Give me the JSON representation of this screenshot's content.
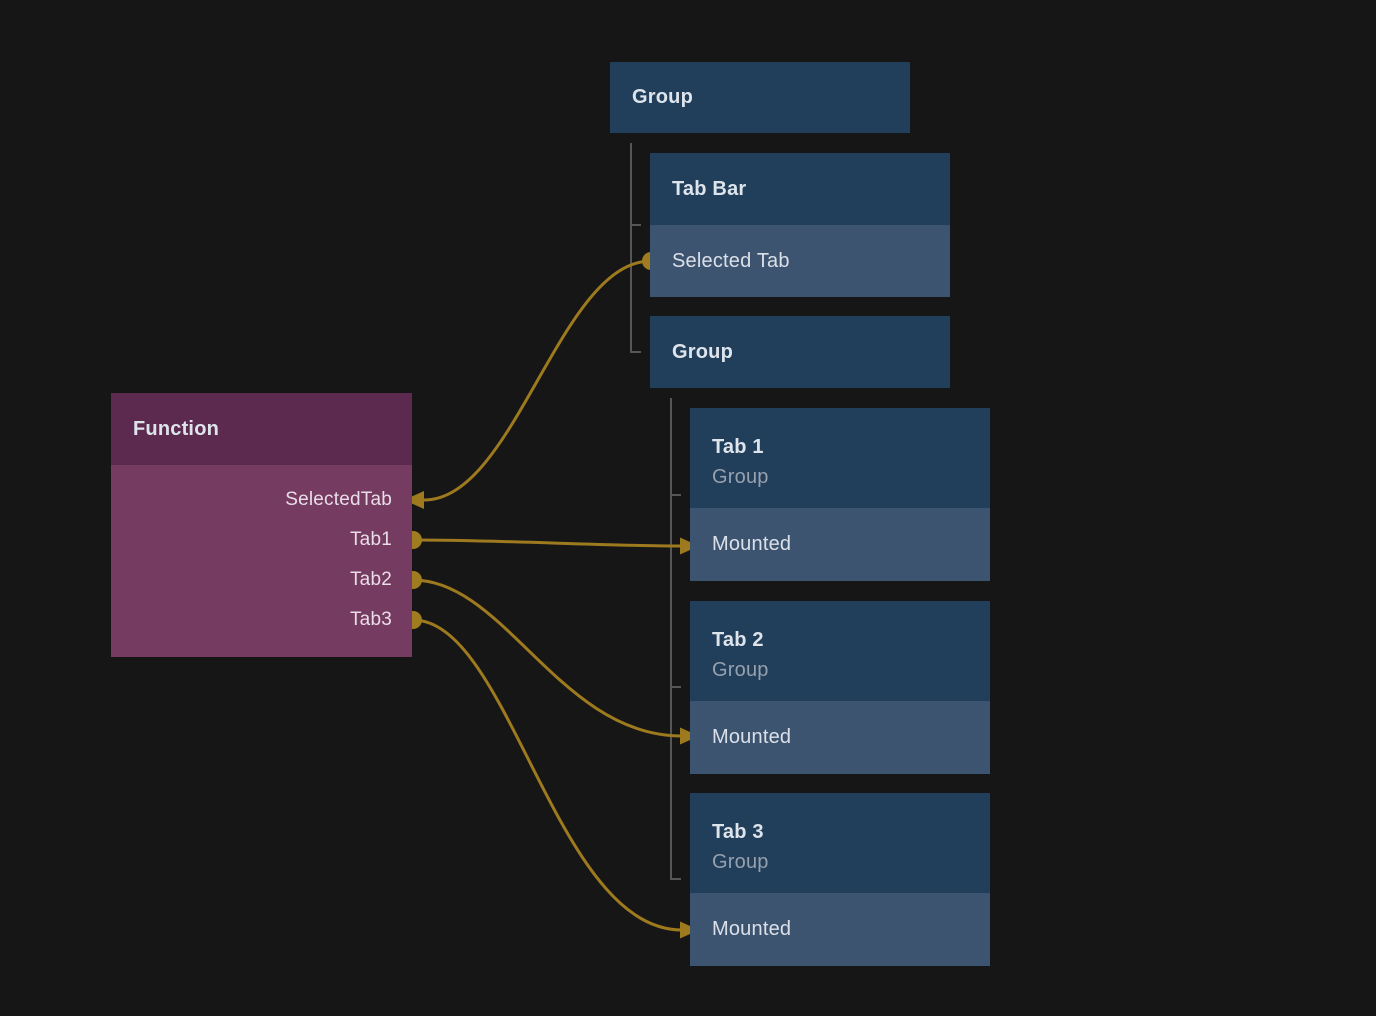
{
  "canvas": {
    "kind": "node-graph"
  },
  "colors": {
    "background": "#161616",
    "node_header_blue": "#213e5a",
    "node_row_blue": "#3d5471",
    "function_header_plum": "#5c2a4e",
    "function_body_plum": "#753b60",
    "wire_gold": "#9e7a1e",
    "port_gold": "#a07c20",
    "tree_line_gray": "#565656"
  },
  "nodes": {
    "group_top": {
      "title": "Group"
    },
    "tab_bar": {
      "title": "Tab Bar",
      "input_row": "Selected Tab"
    },
    "group_inner": {
      "title": "Group"
    },
    "tab1": {
      "title": "Tab 1",
      "subtitle": "Group",
      "input_row": "Mounted"
    },
    "tab2": {
      "title": "Tab 2",
      "subtitle": "Group",
      "input_row": "Mounted"
    },
    "tab3": {
      "title": "Tab 3",
      "subtitle": "Group",
      "input_row": "Mounted"
    },
    "function": {
      "title": "Function",
      "ports": [
        "SelectedTab",
        "Tab1",
        "Tab2",
        "Tab3"
      ]
    }
  }
}
